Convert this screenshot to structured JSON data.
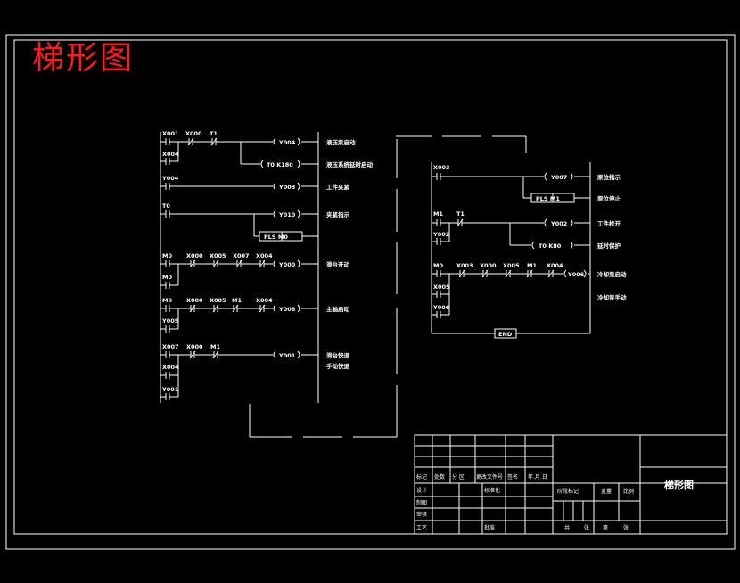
{
  "title": "梯形图",
  "colors": {
    "background": "#000000",
    "line": "#ffffff",
    "title": "#ff1a1a"
  },
  "left_diagram": {
    "rungs": [
      {
        "contacts": [
          "X001",
          "X000",
          "T1"
        ],
        "branch": [
          "X004"
        ],
        "outputs": [
          {
            "label": "Y004",
            "comment": "液压泵启动"
          },
          {
            "label": "T0 K180",
            "comment": "液压系统延时启动"
          }
        ]
      },
      {
        "contacts": [
          "Y004"
        ],
        "outputs": [
          {
            "label": "Y003",
            "comment": "工件夹紧"
          }
        ]
      },
      {
        "contacts": [
          "T0"
        ],
        "outputs": [
          {
            "label": "Y010",
            "comment": "夹紧指示"
          },
          {
            "label": "PLS M0",
            "comment": ""
          }
        ]
      },
      {
        "contacts": [
          "M0",
          "X000",
          "X005",
          "X007",
          "X004"
        ],
        "branch": [
          "M0"
        ],
        "outputs": [
          {
            "label": "Y000",
            "comment": "滑台开动"
          }
        ]
      },
      {
        "contacts": [
          "M0",
          "X000",
          "X005",
          "M1",
          "X004"
        ],
        "branch": [
          "Y005"
        ],
        "outputs": [
          {
            "label": "Y006",
            "comment": "主轴启动"
          }
        ]
      },
      {
        "contacts": [
          "X007",
          "X000",
          "M1"
        ],
        "branch": [
          "X004",
          "Y001"
        ],
        "outputs": [
          {
            "label": "Y001",
            "comment": "滑台快退"
          },
          {
            "label": "",
            "comment": "手动快退"
          }
        ]
      }
    ]
  },
  "right_diagram": {
    "rungs": [
      {
        "contacts": [
          "X003"
        ],
        "outputs": [
          {
            "label": "Y007",
            "comment": "原位指示"
          },
          {
            "label": "PLS M1",
            "comment": "原位停止"
          }
        ]
      },
      {
        "contacts": [
          "M1",
          "T1"
        ],
        "branch": [
          "Y002"
        ],
        "outputs": [
          {
            "label": "Y002",
            "comment": "工件松开"
          },
          {
            "label": "T0 K80",
            "comment": "延时保护"
          }
        ]
      },
      {
        "contacts": [
          "M0",
          "X003",
          "X000",
          "X005",
          "M1",
          "X004"
        ],
        "branch": [
          "X005",
          "Y006"
        ],
        "outputs": [
          {
            "label": "Y006",
            "comment": "冷却泵启动"
          },
          {
            "label": "",
            "comment": "冷却泵手动"
          }
        ]
      }
    ],
    "end_label": "END"
  },
  "title_block": {
    "name": "梯形图",
    "row_labels": [
      "标记",
      "处数",
      "分 区",
      "更改文件号",
      "签名",
      "年.月.日"
    ],
    "design": "设计",
    "std": "标准化",
    "draw": "制图",
    "check": "审核",
    "craft": "工艺",
    "approve": "批准",
    "stage": "阶段标记",
    "weight": "重量",
    "scale": "比例",
    "sheets_total": "共",
    "sheets_label": "张",
    "sheet_no": "第",
    "sheet_label": "张"
  }
}
